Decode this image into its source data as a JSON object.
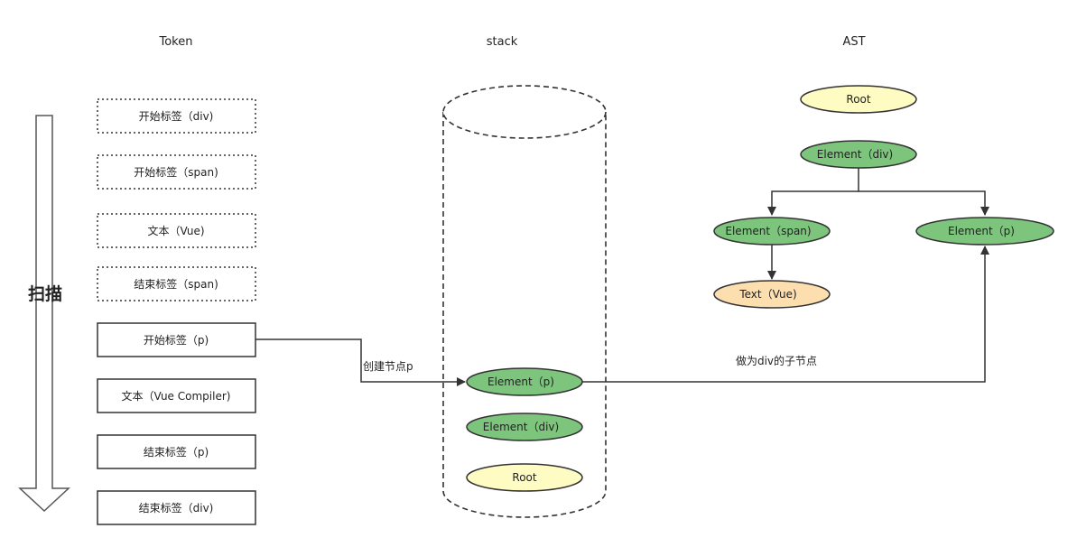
{
  "headers": {
    "token": "Token",
    "stack": "stack",
    "ast": "AST"
  },
  "scan_label": "扫描",
  "tokens": [
    {
      "label": "开始标签（div)",
      "style": "dotted"
    },
    {
      "label": "开始标签（span)",
      "style": "dotted"
    },
    {
      "label": "文本（Vue)",
      "style": "dotted"
    },
    {
      "label": "结束标签（span)",
      "style": "dotted"
    },
    {
      "label": "开始标签（p)",
      "style": "solid"
    },
    {
      "label": "文本（Vue Compiler)",
      "style": "solid"
    },
    {
      "label": "结束标签（p)",
      "style": "solid"
    },
    {
      "label": "结束标签（div)",
      "style": "solid"
    }
  ],
  "stack_items": [
    {
      "label": "Element（p)",
      "kind": "element"
    },
    {
      "label": "Element（div)",
      "kind": "element"
    },
    {
      "label": "Root",
      "kind": "root"
    }
  ],
  "ast_nodes": {
    "root": {
      "label": "Root",
      "kind": "root"
    },
    "div": {
      "label": "Element（div)",
      "kind": "element"
    },
    "span": {
      "label": "Element（span)",
      "kind": "element"
    },
    "p": {
      "label": "Element（p)",
      "kind": "element"
    },
    "text": {
      "label": "Text（Vue)",
      "kind": "text"
    }
  },
  "annotations": {
    "create_node": "创建节点p",
    "child_of_div": "做为div的子节点"
  },
  "colors": {
    "element_fill": "#7dc57d",
    "root_fill": "#fefcc3",
    "text_fill": "#fddeae",
    "scan_label": "#22e022",
    "stroke": "#333333"
  }
}
